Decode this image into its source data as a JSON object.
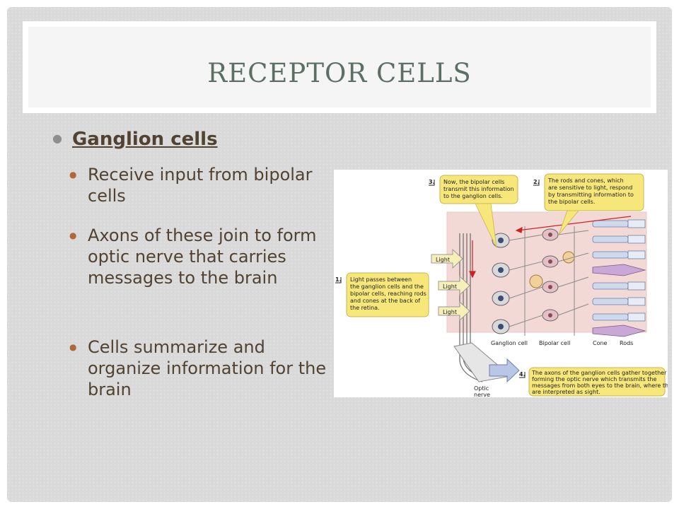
{
  "title": "RECEPTOR CELLS",
  "main_bullet": "Ganglion cells",
  "sub_bullets": [
    "Receive input from bipolar cells",
    "Axons of these join to form optic nerve that carries messages to the brain",
    "Cells summarize and organize information for the brain"
  ],
  "figure": {
    "step1_num": "1.",
    "step1_text": [
      "Light passes between",
      "the ganglion cells and  the",
      "bipolar cells, reaching rods",
      "and cones at the back of",
      "the retina."
    ],
    "step2_num": "2.",
    "step2_text": [
      "The rods and cones, which",
      "are sensitive to light, respond",
      "by transmitting information to",
      "the bipolar cells."
    ],
    "step3_num": "3.",
    "step3_text": [
      "Now, the bipolar cells",
      "transmit this information",
      "to the ganglion cells."
    ],
    "step4_num": "4.",
    "step4_text": [
      "The axons of the ganglion cells gather together",
      "forming the optic nerve which transmits the",
      "messages from both eyes to the brain, where they",
      "are interpreted as sight."
    ],
    "light_label": "Light",
    "labels": {
      "ganglion": "Ganglion cell",
      "bipolar": "Bipolar cell",
      "cone": "Cone",
      "rods": "Rods",
      "optic1": "Optic",
      "optic2": "nerve"
    }
  }
}
